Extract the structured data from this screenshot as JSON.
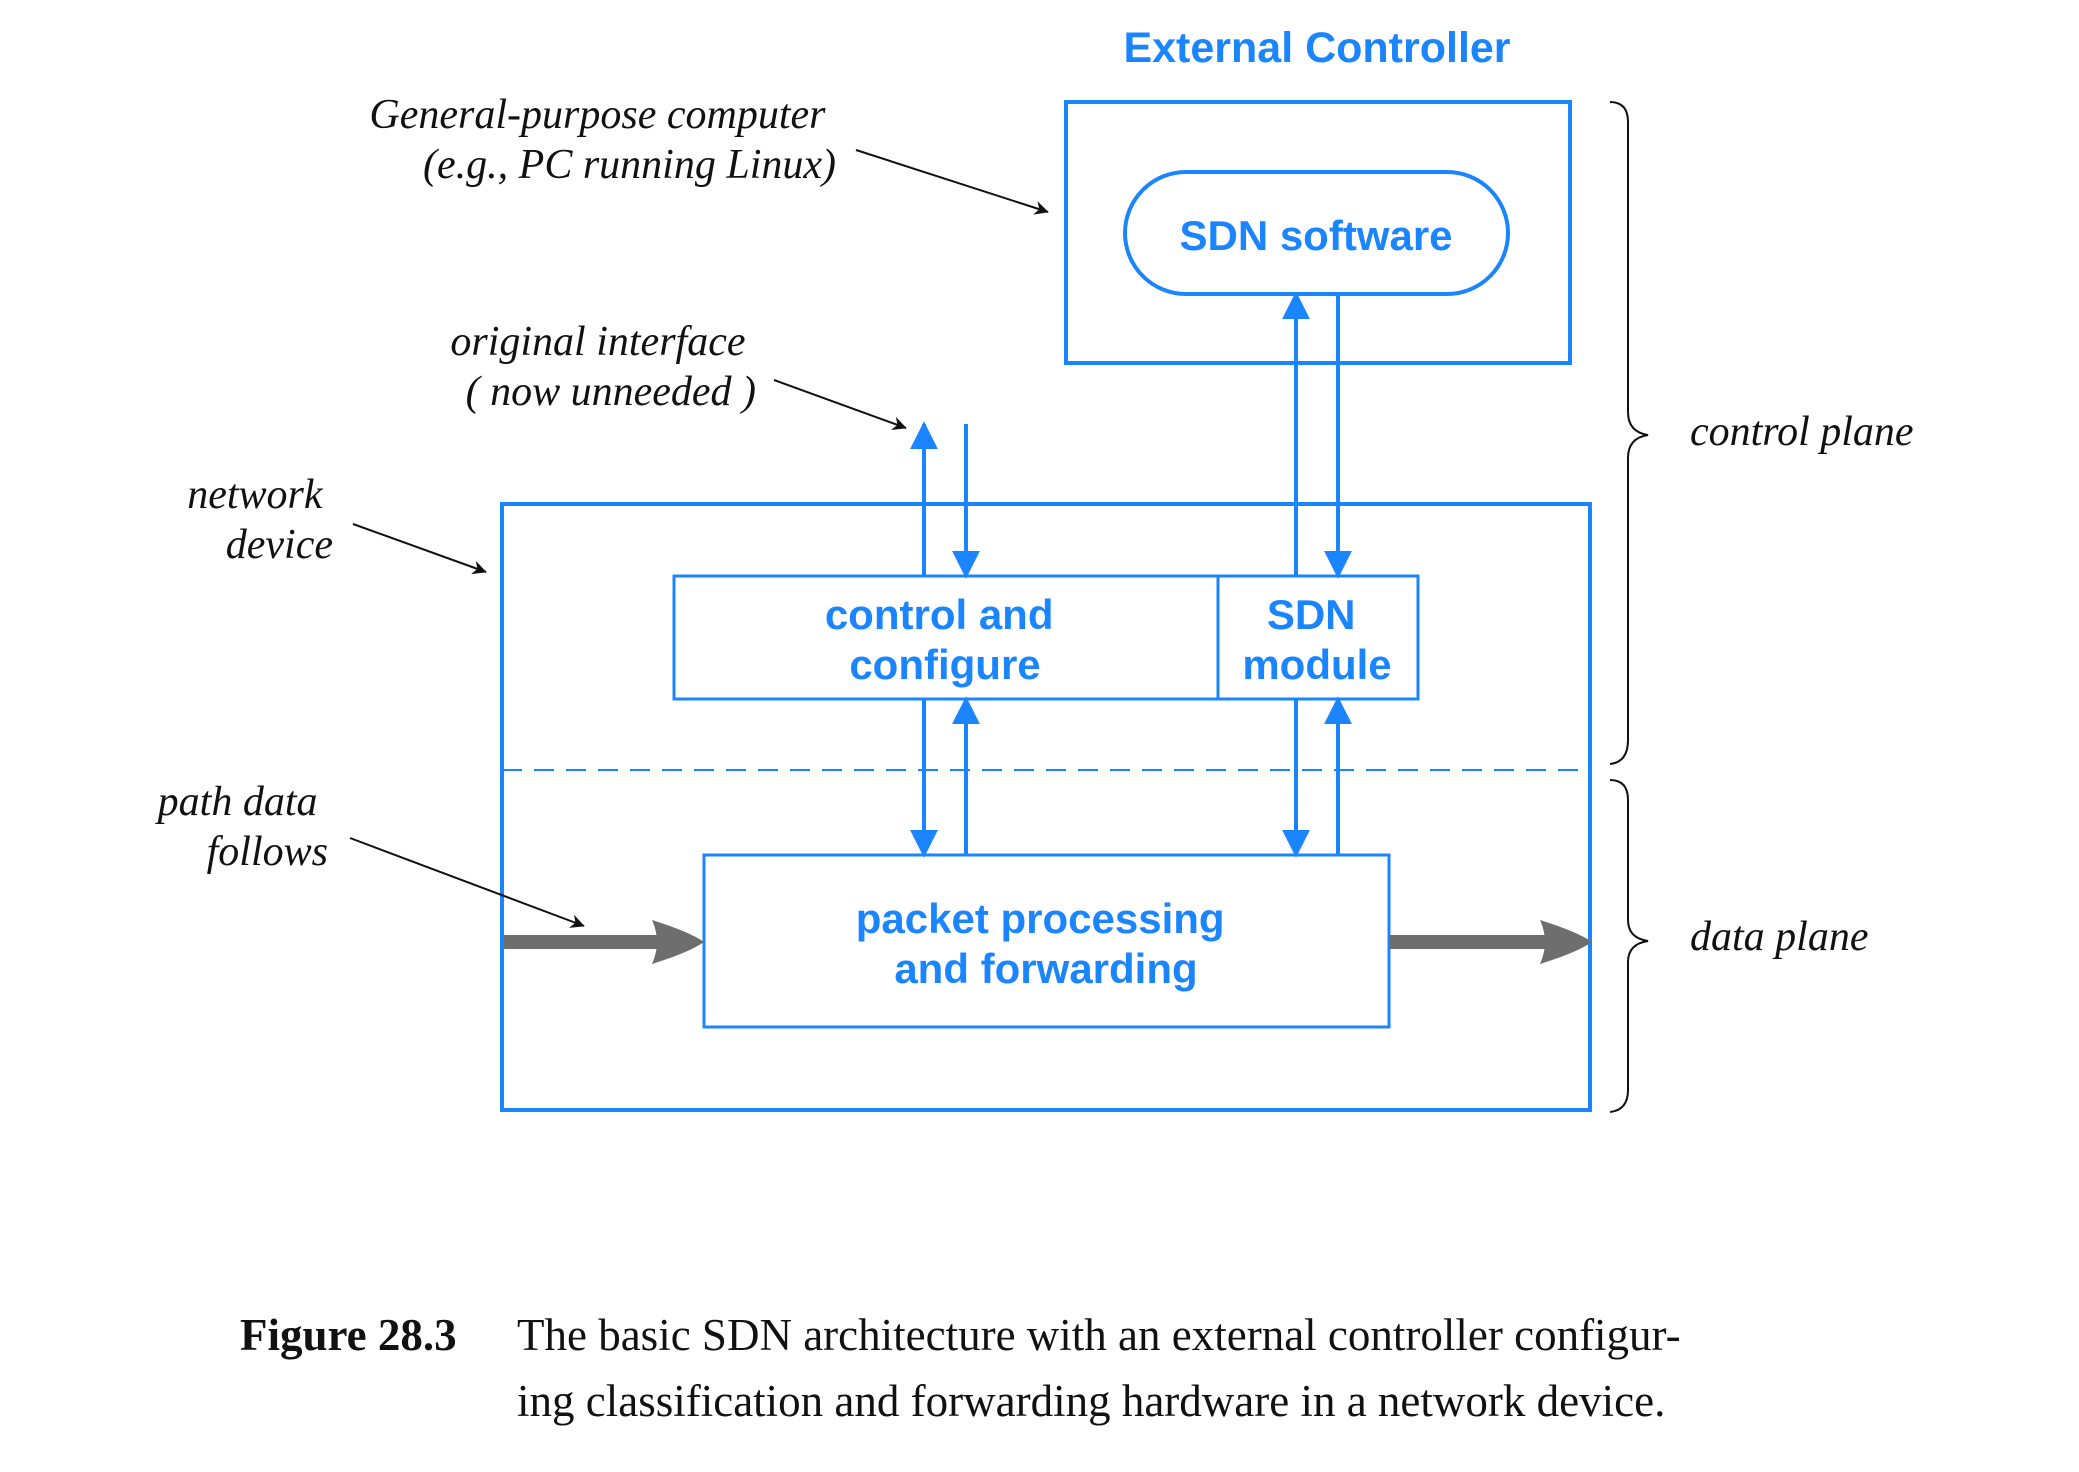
{
  "controller": {
    "title": "External Controller",
    "software_label": "SDN software"
  },
  "device": {
    "control_label_lines": [
      "control and",
      "configure"
    ],
    "module_label_lines": [
      "SDN",
      "module"
    ],
    "packet_label_lines": [
      "packet processing",
      "and forwarding"
    ]
  },
  "annotations": {
    "general_purpose": [
      "General-purpose computer",
      "(e.g., PC running Linux)"
    ],
    "original_interface": [
      "original interface",
      "( now unneeded )"
    ],
    "network_device": [
      "network",
      "device"
    ],
    "path_data": [
      "path data",
      "follows"
    ],
    "control_plane": "control plane",
    "data_plane": "data plane"
  },
  "caption": {
    "label": "Figure 28.3",
    "lines": [
      "The basic SDN architecture with an external controller configur-",
      "ing classification and forwarding hardware in a network device."
    ]
  },
  "colors": {
    "accent": "#1a85ff",
    "data_path": "#6e6e6e",
    "ink": "#111111"
  }
}
